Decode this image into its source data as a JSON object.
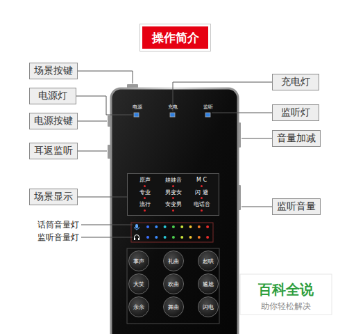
{
  "diagram": {
    "title": "操作简介",
    "nodes": [
      {
        "text": [
          "操作简介"
        ]
      },
      {
        "text": [
          "场景按键"
        ]
      },
      {
        "text": [
          "充电灯"
        ]
      },
      {
        "text": [
          "电源灯"
        ]
      },
      {
        "text": [
          "监听灯"
        ]
      },
      {
        "text": [
          "电源按键"
        ]
      },
      {
        "text": [
          "音量加减"
        ]
      },
      {
        "text": [
          "耳返监听"
        ]
      },
      {
        "text": [
          "原声",
          "娃娃音",
          "M C",
          "专业",
          "男变女",
          "闪 避",
          "流行",
          "女变男",
          "电话音"
        ]
      },
      {
        "text": [
          "场景显示"
        ]
      },
      {
        "text": [
          "监听音量"
        ]
      },
      {
        "text": [
          "掌声"
        ]
      },
      {
        "text": [
          "礼曲"
        ]
      },
      {
        "text": [
          "起哄"
        ]
      },
      {
        "text": [
          "大笑"
        ]
      },
      {
        "text": [
          "欢曲"
        ]
      },
      {
        "text": [
          "尴尬"
        ]
      },
      {
        "text": [
          "亲亲"
        ]
      },
      {
        "text": [
          "舞曲"
        ]
      },
      {
        "text": [
          "闪电"
        ]
      }
    ],
    "edges": [
      {
        "from": 9,
        "to": 8,
        "arrow": "none"
      }
    ],
    "labels": [
      "电源",
      "充电",
      "监听",
      "话筒音量灯",
      "监听音量灯",
      "百科全说",
      "助你轻松解决"
    ]
  }
}
